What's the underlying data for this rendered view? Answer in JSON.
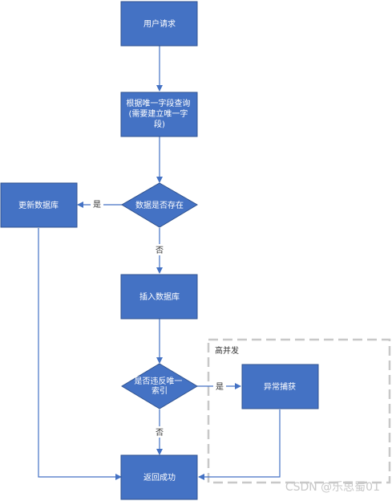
{
  "colors": {
    "node_fill": "#4472c4",
    "node_border": "#2f528f",
    "arrow": "#4472c4",
    "group_border": "#c8c8c8"
  },
  "nodes": {
    "user_request": {
      "lines": [
        "用户请求"
      ]
    },
    "query_unique": {
      "lines": [
        "根据唯一字段查询",
        "(需要建立唯一字",
        "段)"
      ]
    },
    "data_exists": {
      "lines": [
        "数据是否存在"
      ]
    },
    "update_db": {
      "lines": [
        "更新数据库"
      ]
    },
    "insert_db": {
      "lines": [
        "插入数据库"
      ]
    },
    "violate_index": {
      "lines": [
        "是否违反唯一",
        "索引"
      ]
    },
    "exception_catch": {
      "lines": [
        "异常捕获"
      ]
    },
    "return_success": {
      "lines": [
        "返回成功"
      ]
    }
  },
  "edge_labels": {
    "yes_update": "是",
    "no_insert": "否",
    "yes_exception": "是",
    "no_return": "否"
  },
  "group": {
    "label": "高并发"
  },
  "watermark": "CSDN @乐思蜀01"
}
